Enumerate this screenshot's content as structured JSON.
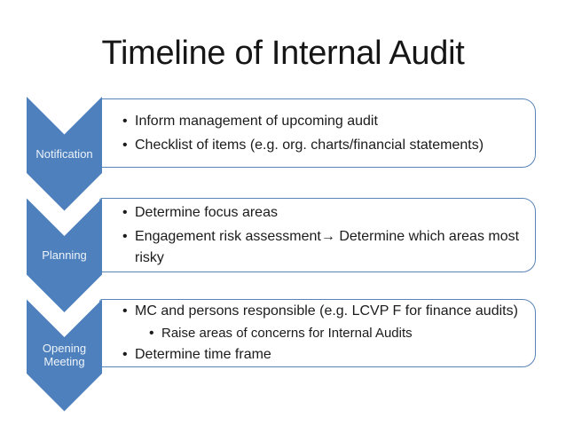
{
  "slide": {
    "title": "Timeline of Internal Audit"
  },
  "glyphs": {
    "bullet": "•",
    "flow_arrow_direction": "down"
  },
  "colors": {
    "background": "#ffffff",
    "chevron_blue": "#4e80bd",
    "card_border_blue": "#5984b8",
    "title_text": "#161616",
    "body_text": "#1b1b1b",
    "label_text": "#edf3fa"
  },
  "stages": [
    {
      "label": "Notification",
      "bullets": [
        {
          "level": 1,
          "text": "Inform management of upcoming audit"
        },
        {
          "level": 1,
          "text": "Checklist of items (e.g. org. charts/financial statements)"
        }
      ]
    },
    {
      "label": "Planning",
      "bullets": [
        {
          "level": 1,
          "text": "Determine focus areas"
        },
        {
          "level": 1,
          "text": "Engagement risk assessment→ Determine which areas most risky"
        }
      ]
    },
    {
      "label": "Opening Meeting",
      "bullets": [
        {
          "level": 1,
          "text": "MC and persons responsible (e.g. LCVP F for finance audits)"
        },
        {
          "level": 2,
          "text": "Raise areas of concerns for Internal Audits"
        },
        {
          "level": 1,
          "text": "Determine time frame"
        }
      ]
    }
  ]
}
